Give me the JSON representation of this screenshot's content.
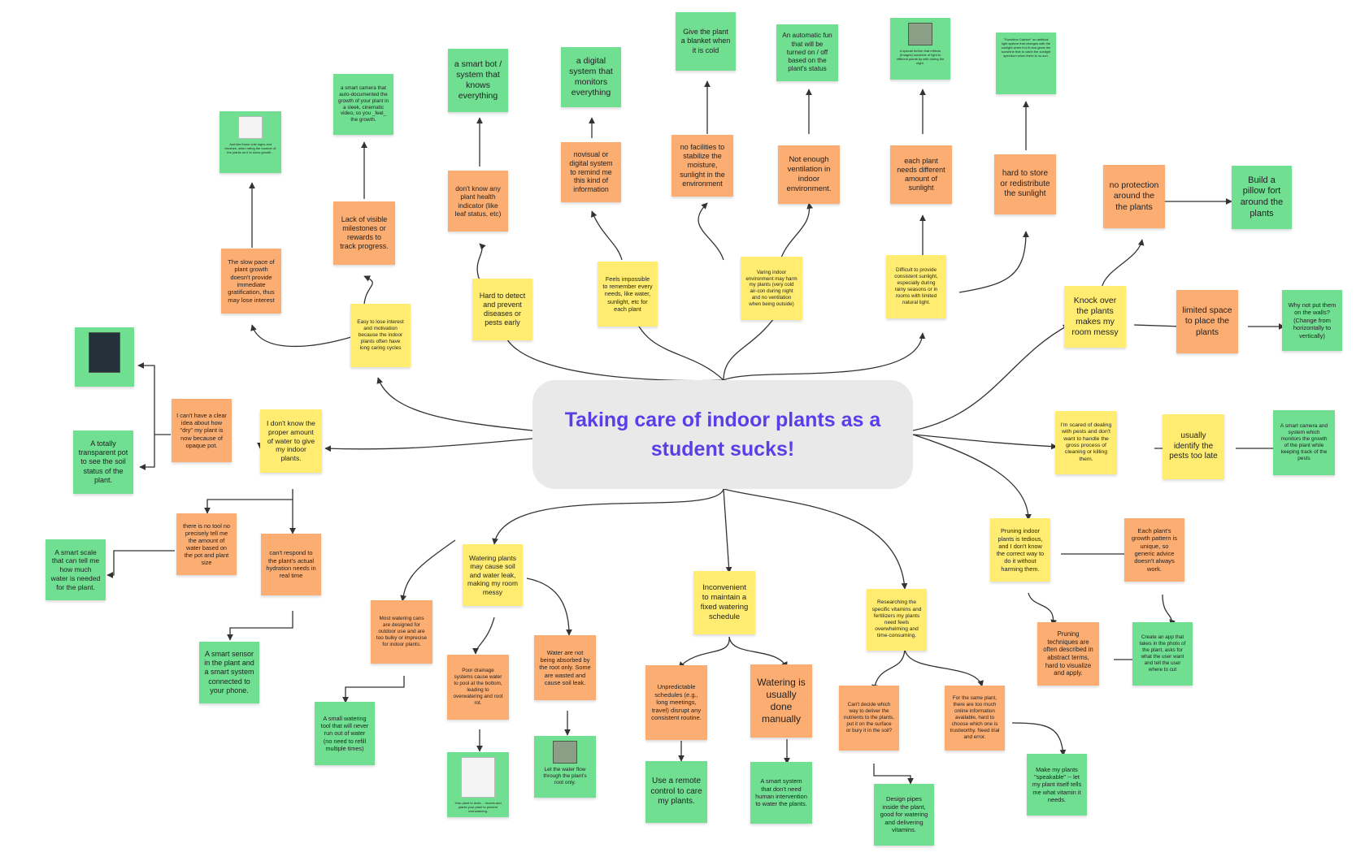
{
  "central_title": "Taking care of indoor plants as a student sucks!",
  "notes": {
    "n_nocontrol": "no facilities to stabilize the moisture, sunlight in the environment",
    "n_ventilation": "Not enough ventilation in indoor environment.",
    "n_sunlight_needs": "each plant needs different amount of sunlight",
    "n_store_sunlight": "hard to store or redistribute the sunlight",
    "n_blanket": "Give the plant a blanket when it is cold",
    "n_auto_fan": "An automatic fun that will be turned on / off based on the plant's status",
    "n_smart_bot": "a smart bot / system that knows everything",
    "n_digital_sys": "a digital system that monitors everything",
    "n_novisual": "novisual or digital system to remind me this kind of information",
    "n_no_indicator": "don't know any plant health indicator (like leaf status, etc)",
    "n_lack_milestones": "Lack of visible milestones or rewards to track progress.",
    "n_smart_camera_video": "a smart camera that auto-documented the growth of your plant in a sleek, cinematic video, so you _feel_ the growth.",
    "n_slow_pace": "The slow pace of plant growth doesn't provide immediate gratification, thus may lose interest",
    "n_no_protection": "no protection around the the plants",
    "n_pillow_fort": "Build a pillow fort around the plants",
    "n_limited_space": "limited space to place the plants",
    "n_walls": "Why not put them on the walls? (Change from horizontally to vertically)",
    "n_knock_over": "Knock over the plants makes my room messy",
    "n_lose_interest": "Easy to lose interest and motivation because the indoor plants often have long caring cycles",
    "n_detect_disease": "Hard to detect and prevent diseases or pests early",
    "n_remember_needs": "Feels impossible to remember every needs, like water, sunlight, etc for each plant",
    "n_varying_env": "Varing indoor environment may harm my plants (very cold air-con during night and no ventilation when being outside)",
    "n_consistent_light": "Difficult to provide consistent sunlight, especially during rainy seasons or in rooms with limited natural light.",
    "n_dont_know_water": "I don't know the proper amount of water to give my indoor plants.",
    "n_dry_pot": "I can't have a clear idea about how \"dry\" my plant is now because of opaque pot.",
    "n_transparent_pot": "A totally transparent pot to see the soil status of the plant.",
    "n_no_tool": "there is no tool no precisely tell me the amount of water based on the pot and plant size",
    "n_hydration": "can't respond to the plant's actual hydration needs in real time",
    "n_smart_scale": "A smart scale that can tell me how much water is needed for the plant.",
    "n_smart_sensor": "A smart sensor in the plant and a smart system connected to your phone.",
    "n_scared_pests": "I'm scared of dealing with pests and don't want to handle the gross process of cleaning or killing them.",
    "n_pests_late": "usually identify the pests too late",
    "n_smart_cam_pests": "A smart camera and system which monitors the growth of the plant while keeping track of the pests",
    "n_pruning": "Pruning indoor plants is tedious, and I don't know the correct way to do it without harming them.",
    "n_growth_pattern": "Each plant's growth pattern is unique, so generic advice doesn't always work.",
    "n_pruning_abstract": "Pruning techniques are often described in abstract terms, hard to visualize and apply.",
    "n_pruning_app": "Create an app that takes in the photo of the plant, asks for what the user want and tell the user where to cut",
    "n_messy_watering": "Watering plants may cause soil and water leak, making my room messy",
    "n_watering_cans": "Most watering cans are designed for outdoor use and are too bulky or imprecise for indoor plants.",
    "n_poor_drainage": "Poor drainage systems cause water to pool at the bottom, leading to overwatering and root rot.",
    "n_not_absorbed": "Water are not being absorbed by the root only. Some are wasted and cause soil leak.",
    "n_small_tool": "A small watering tool that will never run out of water (no need to refill multiple times)",
    "n_root_only": "Let the water flow through the plant's root only.",
    "n_inconvenient": "Inconvenient to maintain a fixed watering schedule",
    "n_unpredictable": "Unpredictable schedules (e.g., long meetings, travel) disrupt any consistent routine.",
    "n_manually": "Watering is usually done manually",
    "n_remote": "Use a remote control to care my plants.",
    "n_smart_system": "A smart system that don't need human intervention to water the plants.",
    "n_researching": "Researching the specific vitamins and fertilizers my plants need feels overwhelming and time-consuming.",
    "n_decide_way": "Can't decide which way to deliver the nutrients to the plants, put it on the surface or bury it in the soil?",
    "n_online_info": "For the same plant, there are too much online information available, hard to choose which one is trustworthy. Need trial and error.",
    "n_design_pipes": "Design pipes inside the plant, good for watering and delivering vitamins.",
    "n_speakable": "Make my plants \"speakable\" -- let my plant itself tells me what vitamin it needs."
  },
  "image_captions": {
    "c_sunlight_window": "A special further that reflects (Images) sunshine of light to different plants by with during the night.",
    "c_sunshine_catcher": "\"Sunshine Catcher\" an artificial light system that changes with the sunlight when it is lit and gives the sunshine that to catch the sunlight spectrum when there is no sun.",
    "c_plant_card": "Just like those cute signs and brushes, when rating the number of the plants on it to show growth...",
    "c_drain_device": "Your plant to drain ... leaves and plants your plant to prevent overwatering.",
    "c_root_flow": "Let the water flow through the plant's root only."
  }
}
